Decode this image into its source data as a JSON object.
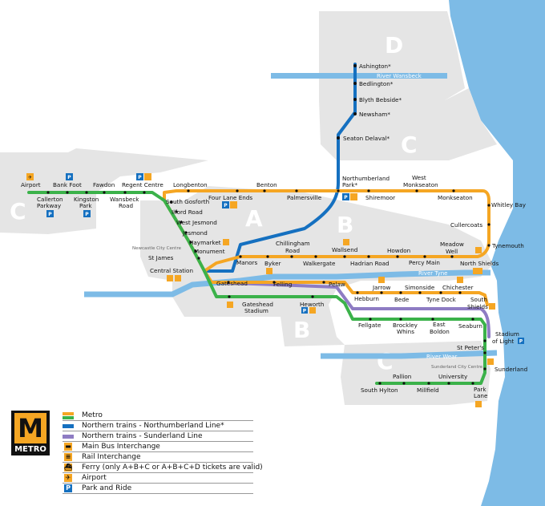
{
  "colors": {
    "metro_yellow": "#F5A623",
    "metro_green": "#3BB24A",
    "northumberland_blue": "#1570C0",
    "sunderland_purple": "#8E7CC3",
    "river": "#7DBBE6",
    "sea": "#7DBBE6",
    "zone_fill": "#E5E5E5",
    "airport": "#F5A623",
    "park_ride": "#1570C0"
  },
  "zones": [
    "A",
    "B",
    "C",
    "D"
  ],
  "rivers": {
    "wansbeck": "River Wansbeck",
    "tyne": "River Tyne",
    "wear": "River Wear"
  },
  "city_centres": {
    "newcastle": "Newcastle City Centre",
    "sunderland": "Sunderland City Centre"
  },
  "stations": {
    "ashington": "Ashington*",
    "bedlington": "Bedlington*",
    "blyth": "Blyth Bebside*",
    "newsham": "Newsham*",
    "seaton_delaval": "Seaton Delaval*",
    "northumberland_park_1": "Northumberland",
    "northumberland_park_2": "Park*",
    "shiremoor": "Shiremoor",
    "west_monkseaton_1": "West",
    "west_monkseaton_2": "Monkseaton",
    "monkseaton": "Monkseaton",
    "whitley_bay": "Whitley Bay",
    "cullercoats": "Cullercoats",
    "tynemouth": "Tynemouth",
    "north_shields": "North Shields",
    "meadow_well_1": "Meadow",
    "meadow_well_2": "Well",
    "percy_main": "Percy Main",
    "howdon": "Howdon",
    "hadrian_road": "Hadrian Road",
    "wallsend": "Wallsend",
    "walkergate": "Walkergate",
    "chillingham_1": "Chillingham",
    "chillingham_2": "Road",
    "byker": "Byker",
    "manors": "Manors",
    "airport": "Airport",
    "callerton_1": "Callerton",
    "callerton_2": "Parkway",
    "bank_foot": "Bank Foot",
    "kingston_1": "Kingston",
    "kingston_2": "Park",
    "fawdon": "Fawdon",
    "wansbeck_road_1": "Wansbeck",
    "wansbeck_road_2": "Road",
    "regent_centre": "Regent Centre",
    "longbenton": "Longbenton",
    "four_lane_ends": "Four Lane Ends",
    "benton": "Benton",
    "palmersville": "Palmersville",
    "south_gosforth": "South Gosforth",
    "ilford_road": "Ilford Road",
    "west_jesmond": "West Jesmond",
    "jesmond": "Jesmond",
    "haymarket": "Haymarket",
    "monument": "Monument",
    "st_james": "St James",
    "central_station": "Central Station",
    "gateshead": "Gateshead",
    "gateshead_stadium_1": "Gateshead",
    "gateshead_stadium_2": "Stadium",
    "felling": "Felling",
    "heworth": "Heworth",
    "pelaw": "Pelaw",
    "hebburn": "Hebburn",
    "jarrow": "Jarrow",
    "bede": "Bede",
    "simonside": "Simonside",
    "tyne_dock": "Tyne Dock",
    "chichester": "Chichester",
    "south_shields_1": "South",
    "south_shields_2": "Shields",
    "fellgate": "Fellgate",
    "brockley_1": "Brockley",
    "brockley_2": "Whins",
    "east_boldon_1": "East",
    "east_boldon_2": "Boldon",
    "seaburn": "Seaburn",
    "stadium_of_light_1": "Stadium",
    "stadium_of_light_2": "of Light",
    "st_peters": "St Peter's",
    "sunderland": "Sunderland",
    "park_lane_1": "Park",
    "park_lane_2": "Lane",
    "university": "University",
    "millfield": "Millfield",
    "pallion": "Pallion",
    "south_hylton": "South Hylton"
  },
  "legend": {
    "logo_letter": "M",
    "logo_word": "METRO",
    "items": [
      {
        "label": "Metro",
        "icon": "metro-yellow-green-swatch"
      },
      {
        "label": "Northern trains - Northumberland Line*",
        "icon": "blue-line-swatch"
      },
      {
        "label": "Northern trains - Sunderland Line",
        "icon": "purple-line-swatch"
      },
      {
        "label": "Main Bus Interchange",
        "icon": "bus-icon"
      },
      {
        "label": "Rail Interchange",
        "icon": "rail-icon"
      },
      {
        "label": "Ferry (only A+B+C or A+B+C+D tickets are valid)",
        "icon": "ferry-icon"
      },
      {
        "label": "Airport",
        "icon": "airport-icon"
      },
      {
        "label": "Park and Ride",
        "icon": "park-ride-icon"
      }
    ]
  }
}
